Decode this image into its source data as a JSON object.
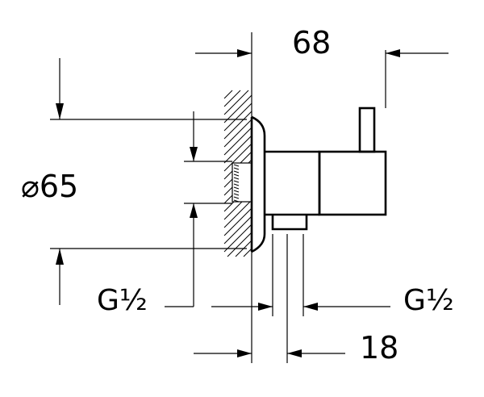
{
  "dimensions": {
    "overall_depth": "68",
    "rosette_diameter": "⌀65",
    "inlet_thread": "G½",
    "outlet_thread": "G½",
    "outlet_offset": "18"
  },
  "colors": {
    "ink": "#000000",
    "background": "#ffffff"
  }
}
